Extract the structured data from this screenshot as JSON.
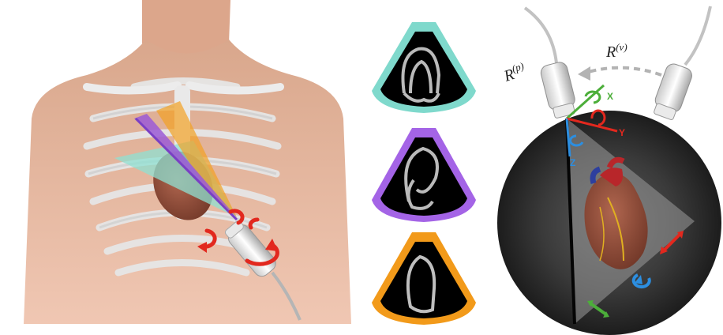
{
  "labels": {
    "probe_pose": "R",
    "probe_pose_sup": "(p)",
    "view_pose": "R",
    "view_pose_sup": "(v)"
  },
  "axes": {
    "x": "X",
    "y": "Y",
    "z": "Z"
  },
  "views": [
    {
      "frame_color": "#7fd9cc"
    },
    {
      "frame_color": "#a464e6"
    },
    {
      "frame_color": "#f29a1a"
    }
  ],
  "colors": {
    "skin": "#e3b49b",
    "plane_cyan": "#8fe0d2",
    "plane_purple": "#9b5ad6",
    "plane_orange": "#f2a124",
    "arrow_red": "#e2281e",
    "arrow_blue": "#2c8ee0",
    "arrow_green": "#4cae3a",
    "sphere": "#2a2a2a"
  }
}
